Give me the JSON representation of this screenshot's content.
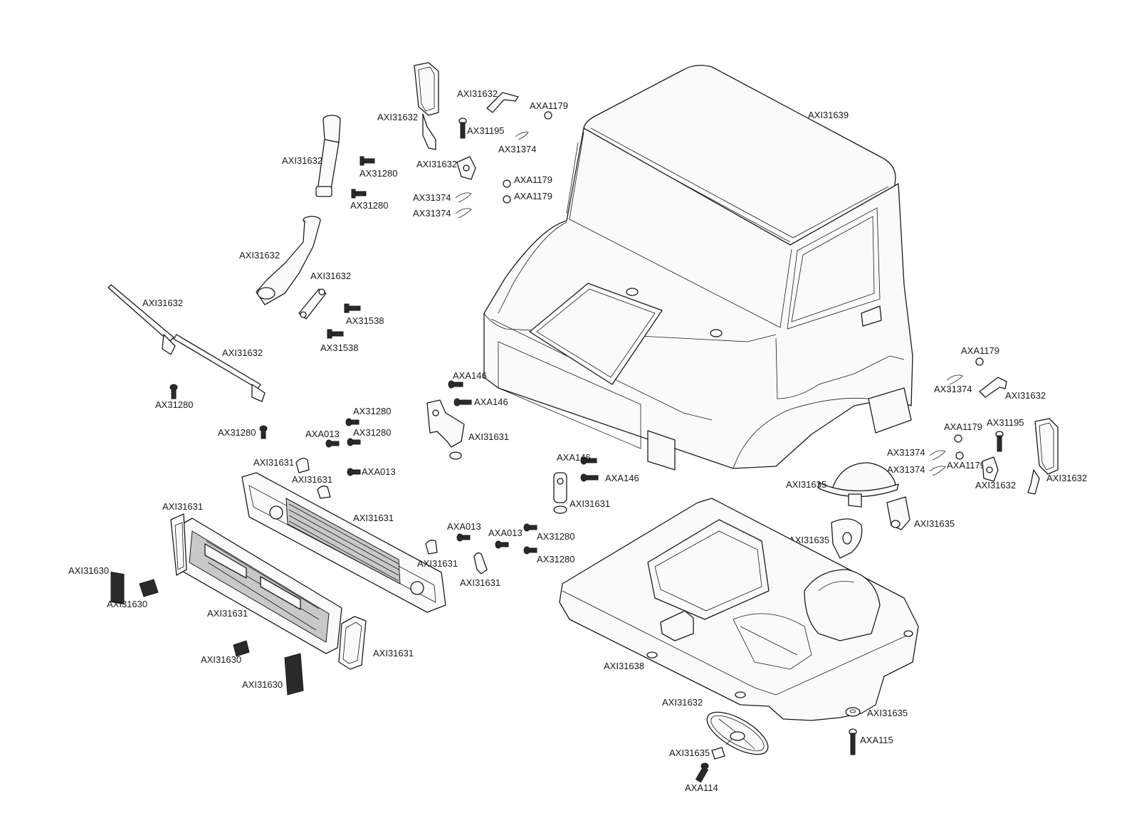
{
  "labels": {
    "l_cab": "AXI31639",
    "l_mirror_left": "AXI31632",
    "l_handle_top": "AXI31632",
    "l_washer_top": "AXA1179",
    "l_screw_top": "AX31195",
    "l_clip_top": "AX31374",
    "l_mount_top": "AXI31632",
    "l_washer_mid1": "AXA1179",
    "l_washer_mid2": "AXA1179",
    "l_clip_mid1": "AX31374",
    "l_clip_mid2": "AX31374",
    "l_snorkel_top": "AXI31632",
    "l_screw_snork1": "AX31280",
    "l_screw_snork2": "AX31280",
    "l_snorkel_low": "AXI31632",
    "l_bracket": "AXI31632",
    "l_screw_538a": "AX31538",
    "l_screw_538b": "AX31538",
    "l_wiper1": "AXI31632",
    "l_wiper2": "AXI31632",
    "l_screw_wiper": "AX31280",
    "l_screw_grille1": "AX31280",
    "l_screw_grille_top": "AX31280",
    "l_axa013_a": "AXA013",
    "l_screw_grille2": "AX31280",
    "l_axa013_b": "AXA013",
    "l_clip31631_a": "AXI31631",
    "l_clip31631_b": "AXI31631",
    "l_radiator": "AXI31631",
    "l_light_left": "AXI31631",
    "l_axi31630_a": "AXI31630",
    "l_axi31630_b": "AXI31630",
    "l_grille": "AXI31631",
    "l_axi31630_c": "AXI31630",
    "l_axi31630_d": "AXI31630",
    "l_light_right": "AXI31631",
    "l_axa146_a": "AXA146",
    "l_axa146_b": "AXA146",
    "l_mount_center": "AXI31631",
    "l_axa146_c": "AXA146",
    "l_axa146_d": "AXA146",
    "l_mount_right": "AXI31631",
    "l_axa013_c": "AXA013",
    "l_axa013_d": "AXA013",
    "l_ax31280_c": "AX31280",
    "l_ax31280_d": "AX31280",
    "l_clip31631_c": "AXI31631",
    "l_clip31631_d": "AXI31631",
    "l_washer_r1": "AXA1179",
    "l_clip_r1": "AX31374",
    "l_handle_r": "AXI31632",
    "l_washer_r2": "AXA1179",
    "l_screw_r": "AX31195",
    "l_clip_r2": "AX31374",
    "l_clip_r3": "AX31374",
    "l_washer_r3": "AXA1179",
    "l_mount_r": "AXI31632",
    "l_mirror_r": "AXI31632",
    "l_hat": "AXI31635",
    "l_head_a": "AXI31635",
    "l_head_b": "AXI31635",
    "l_interior": "AXI31638",
    "l_wheel": "AXI31632",
    "l_wheel_cap": "AXI31635",
    "l_axa114": "AXA114",
    "l_disc": "AXI31635",
    "l_axa115": "AXA115"
  },
  "colors": {
    "ink": "#1a1a1a",
    "background": "#ffffff"
  }
}
